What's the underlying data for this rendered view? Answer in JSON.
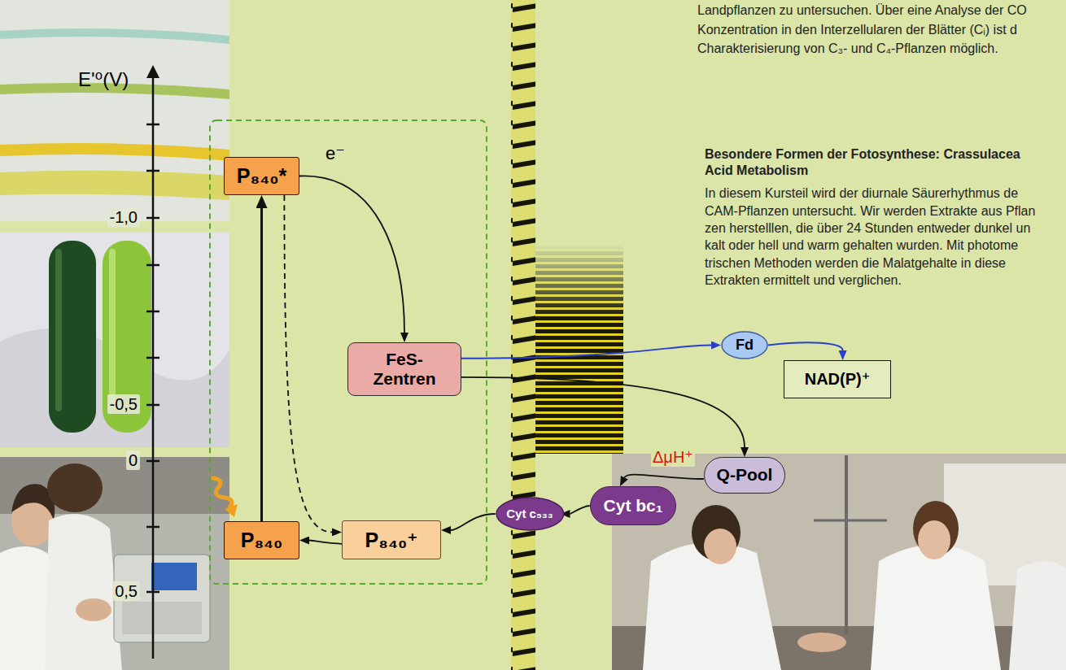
{
  "diagram": {
    "nodes": [
      {
        "text": [
          "P₈₄₀*"
        ]
      },
      {
        "text": [
          "FeS- Zentren"
        ]
      },
      {
        "text": [
          "Fd"
        ]
      },
      {
        "text": [
          "NAD(P)⁺"
        ]
      },
      {
        "text": [
          "Q-Pool"
        ]
      },
      {
        "text": [
          "Cyt bc₁"
        ]
      },
      {
        "text": [
          "Cyt c₅₃₃"
        ]
      },
      {
        "text": [
          "P₈₄₀⁺"
        ]
      },
      {
        "text": [
          "P₈₄₀"
        ]
      }
    ],
    "edges": [
      {
        "from": 8,
        "to": 0,
        "arrow": "to"
      },
      {
        "from": 0,
        "to": 1,
        "arrow": "to",
        "label": "e⁻"
      },
      {
        "from": 0,
        "to": 7,
        "arrow": "to"
      },
      {
        "from": 1,
        "to": 2,
        "arrow": "to"
      },
      {
        "from": 2,
        "to": 3,
        "arrow": "to"
      },
      {
        "from": 1,
        "to": 4,
        "arrow": "to"
      },
      {
        "from": 4,
        "to": 5,
        "arrow": "to",
        "label": "ΔμH⁺"
      },
      {
        "from": 5,
        "to": 6,
        "arrow": "to"
      },
      {
        "from": 6,
        "to": 7,
        "arrow": "to"
      },
      {
        "from": 7,
        "to": 8,
        "arrow": "to"
      }
    ],
    "labels": [
      "E'⁰(V)",
      "-1,0",
      "-0,5",
      "0",
      "0,5",
      "Landpflanzen zu untersuchen. Über eine Analyse der CO",
      "Konzentration in den Interzellularen der Blätter (Cᵢ) ist d",
      "Charakterisierung von C₃- und C₄-Pflanzen möglich.",
      "Besondere Formen der Fotosynthese: Crassulacea",
      "Acid Metabolism",
      "In diesem Kursteil wird der diurnale Säurerhythmus de",
      "CAM-Pflanzen untersucht. Wir werden Extrakte aus Pflan",
      "zen herstelllen, die über 24 Stunden entweder dunkel un",
      "kalt oder hell und warm gehalten wurden. Mit photome",
      "trischen Methoden werden die Malatgehalte in diese",
      "Extrakten ermittelt und verglichen."
    ]
  }
}
